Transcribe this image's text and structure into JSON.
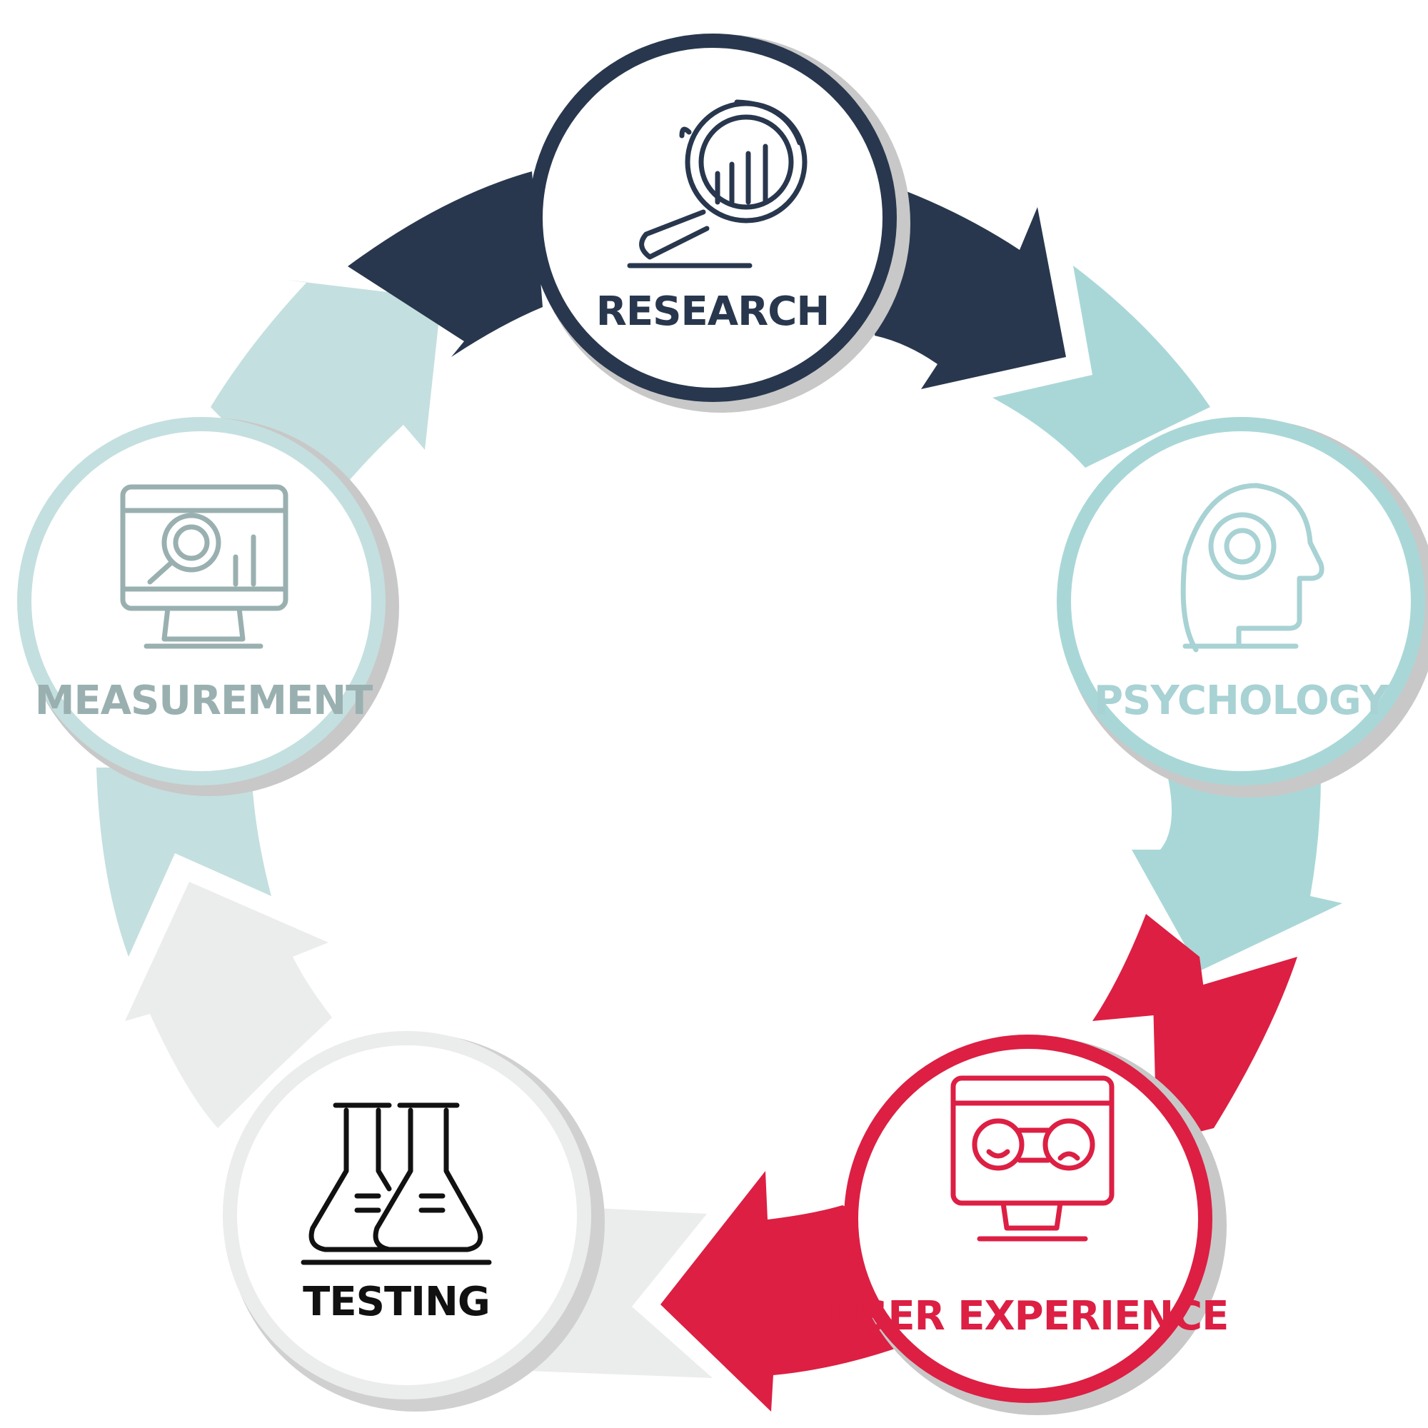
{
  "diagram": {
    "colors": {
      "research": "#28374d",
      "psychology": "#a9d7d7",
      "user_experience": "#dc1f43",
      "testing": "#ebecec",
      "measurement": "#c4dfdf",
      "psychology_label": "#a8d2d4",
      "measurement_label": "#9ab0b0",
      "testing_label": "#111111"
    },
    "nodes": [
      {
        "id": "research",
        "label": "RESEARCH",
        "icon": "magnifier-bar-chart-icon"
      },
      {
        "id": "psychology",
        "label": "PSYCHOLOGY",
        "icon": "head-gear-icon"
      },
      {
        "id": "user_experience",
        "label": "USER EXPERIENCE",
        "icon": "monitor-emoji-faces-icon"
      },
      {
        "id": "testing",
        "label": "TESTING",
        "icon": "flasks-icon"
      },
      {
        "id": "measurement",
        "label": "MEASUREMENT",
        "icon": "monitor-analytics-icon"
      }
    ]
  }
}
